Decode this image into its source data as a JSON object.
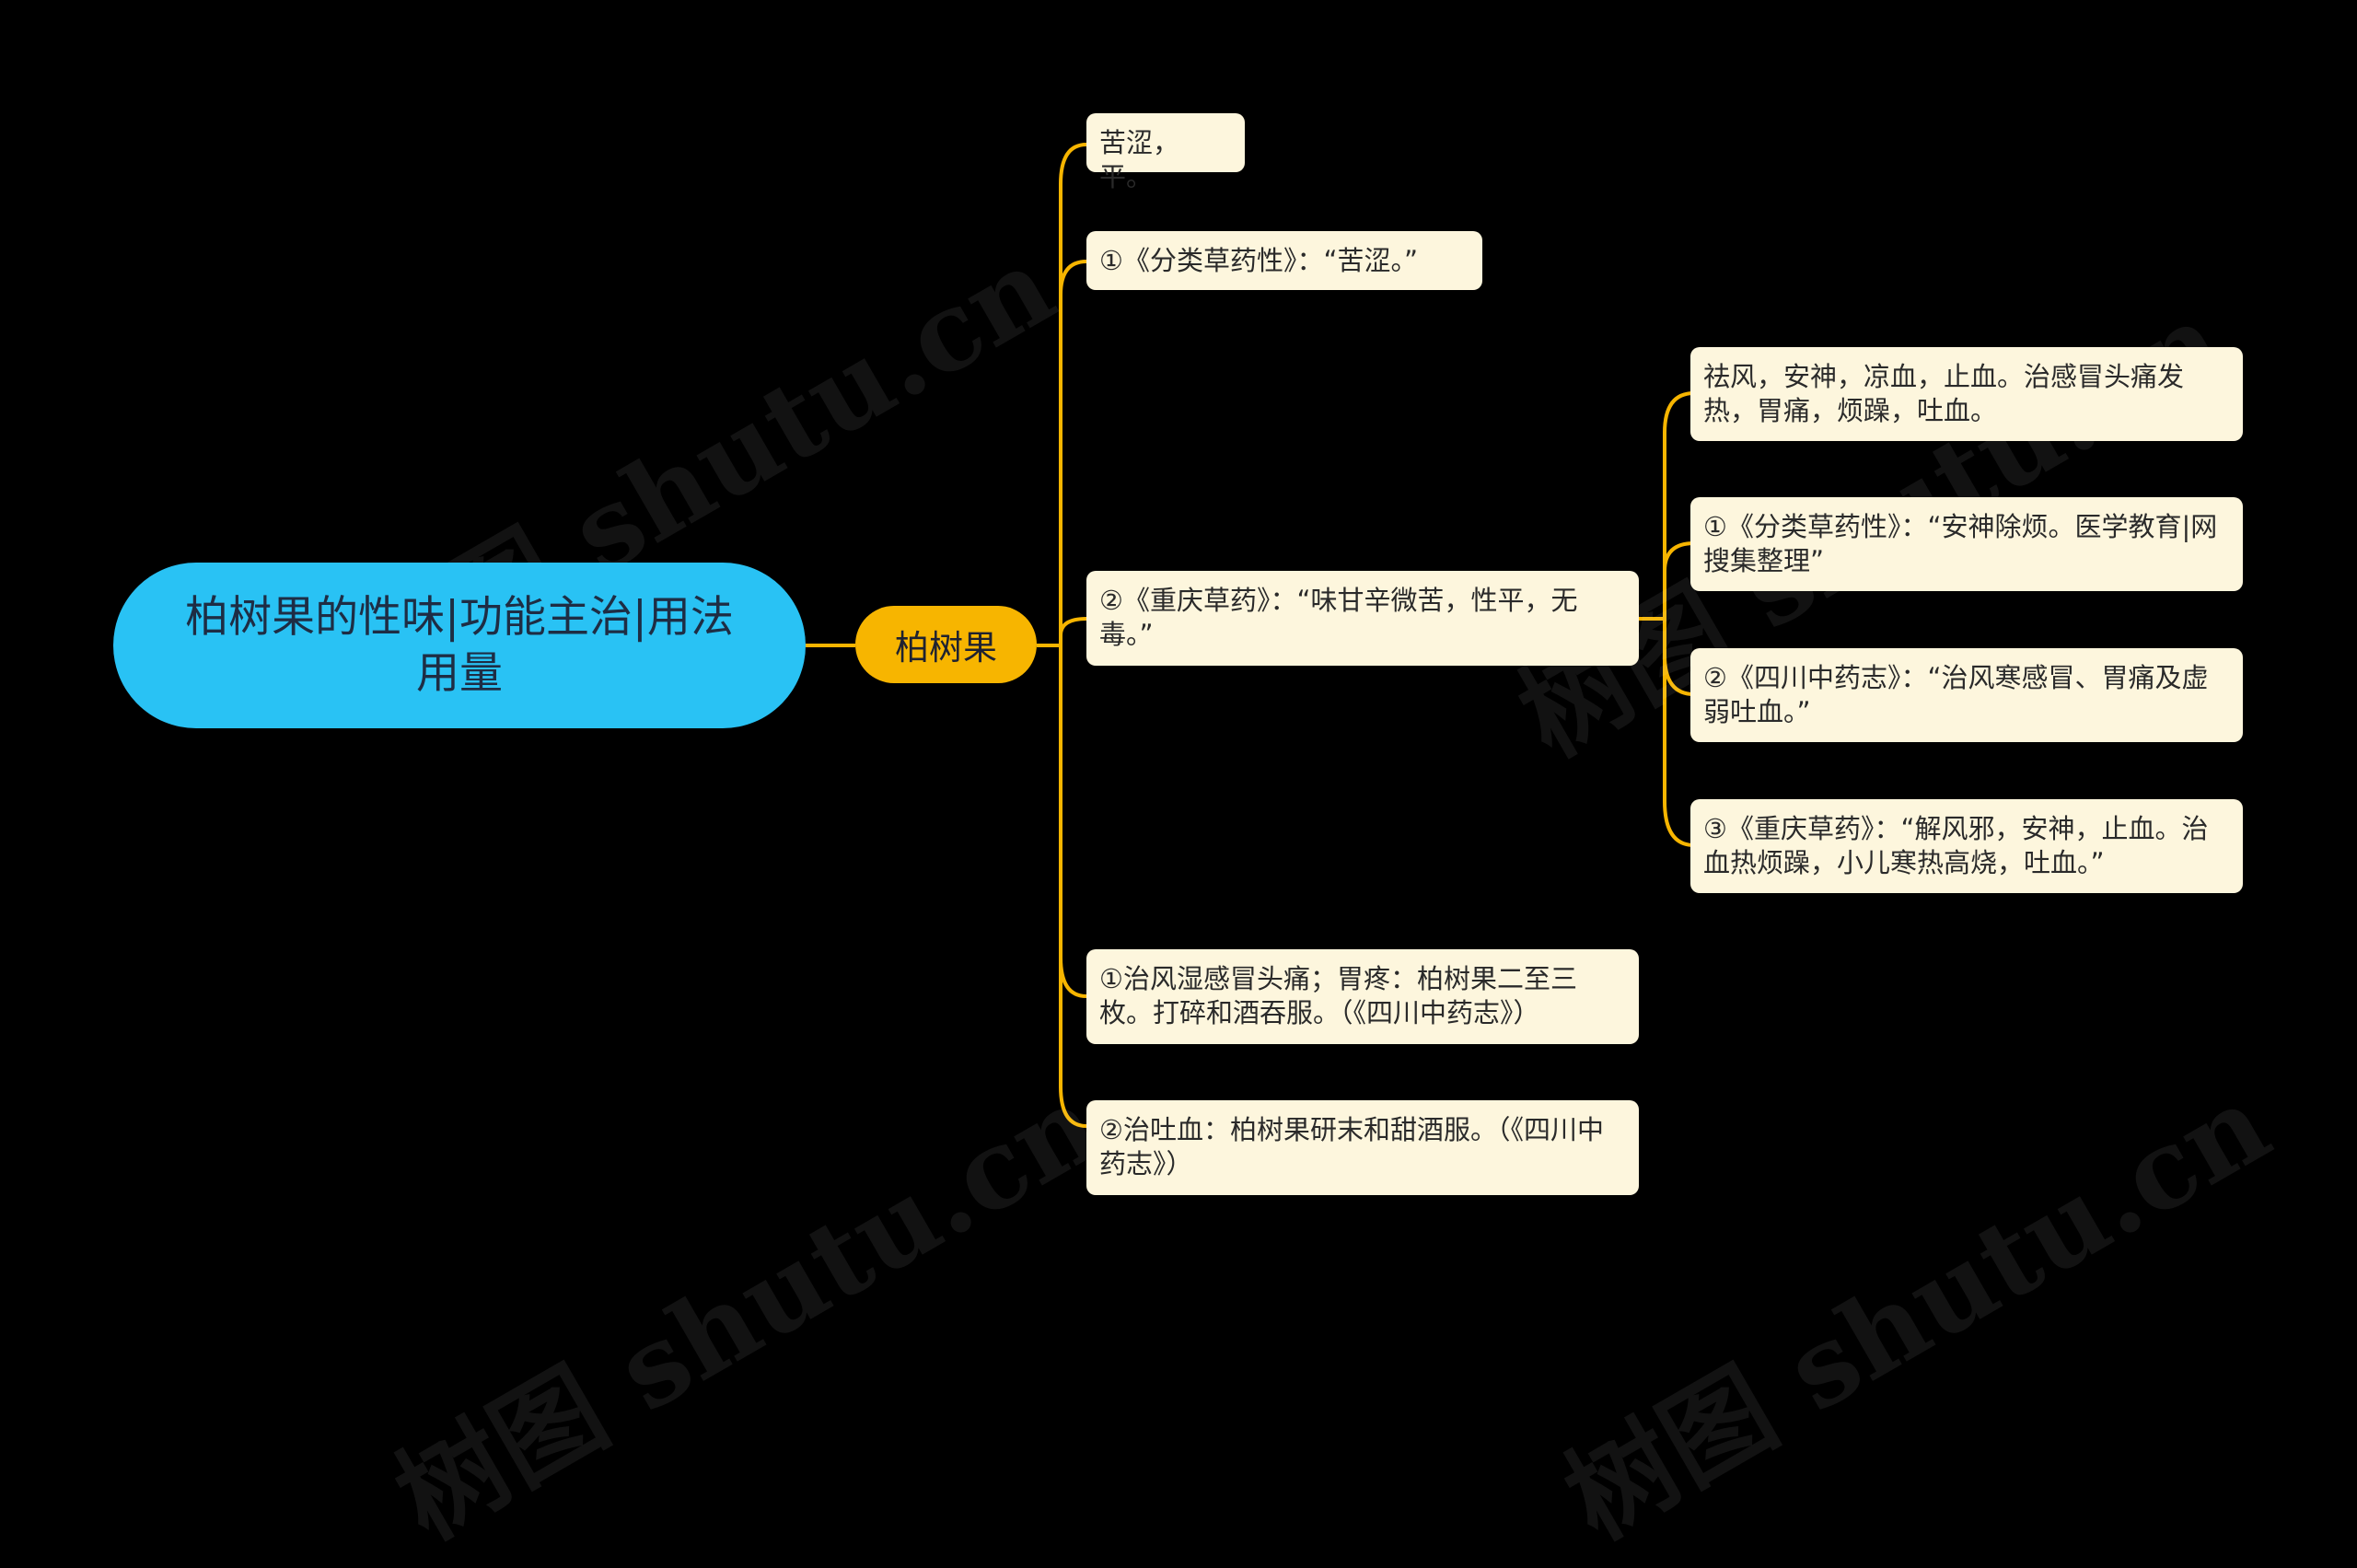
{
  "root": {
    "title": "柏树果的性味|功能主治|用法用量"
  },
  "branch": {
    "label": "柏树果"
  },
  "leaves": [
    "苦涩，平。",
    "①《分类草药性》：“苦涩。”",
    "②《重庆草药》：“味甘辛微苦，性平，无毒。”",
    "①治风湿感冒头痛；胃疼：柏树果二至三枚。打碎和酒吞服。（《四川中药志》）",
    "②治吐血：柏树果研末和甜酒服。（《四川中药志》）"
  ],
  "subleaves": [
    "祛风，安神，凉血，止血。治感冒头痛发热，胃痛，烦躁，吐血。",
    "①《分类草药性》：“安神除烦。医学教育|网搜集整理”",
    "②《四川中药志》：“治风寒感冒、胃痛及虚弱吐血。”",
    "③《重庆草药》：“解风邪，安神，止血。治血热烦躁，小儿寒热高烧，吐血。”"
  ],
  "watermark": "树图 shutu.cn",
  "colors": {
    "background": "#000000",
    "root": "#29c2f4",
    "branch": "#f7b500",
    "leaf": "#fdf6dd",
    "connector": "#f7b500"
  }
}
